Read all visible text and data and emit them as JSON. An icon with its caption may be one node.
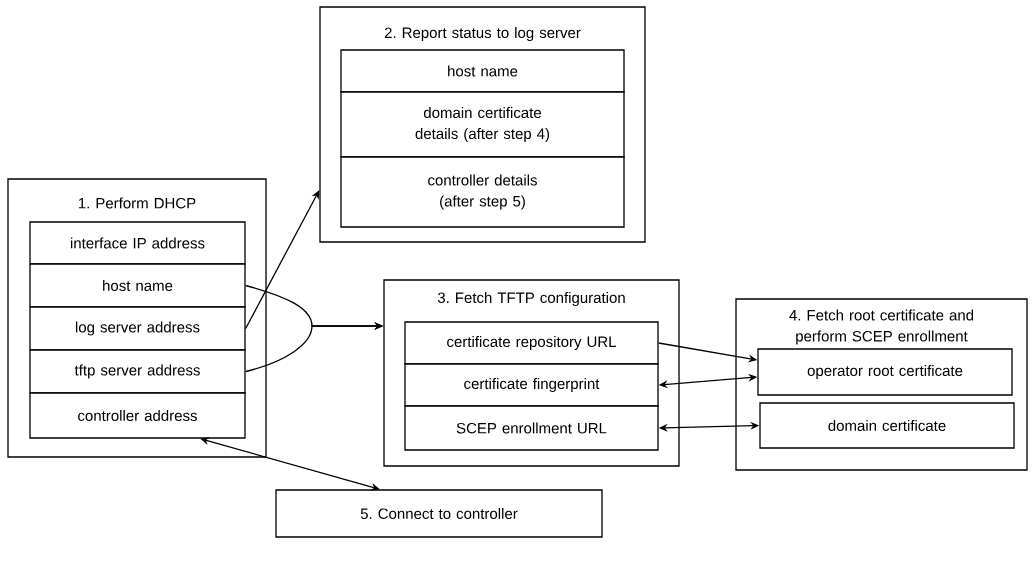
{
  "diagram": {
    "nodes": [
      {
        "text": [
          "1. Perform DHCP"
        ]
      },
      {
        "text": [
          "interface IP address"
        ],
        "in": 0
      },
      {
        "text": [
          "host name"
        ],
        "in": 0
      },
      {
        "text": [
          "log server address"
        ],
        "in": 0
      },
      {
        "text": [
          "tftp server address"
        ],
        "in": 0
      },
      {
        "text": [
          "controller address"
        ],
        "in": 0
      },
      {
        "text": [
          "2. Report status to log server"
        ]
      },
      {
        "text": [
          "host name"
        ],
        "in": 6
      },
      {
        "text": [
          "domain certificate details (after step 4)"
        ],
        "in": 6
      },
      {
        "text": [
          "controller details (after step 5)"
        ],
        "in": 6
      },
      {
        "text": [
          "3. Fetch TFTP configuration"
        ]
      },
      {
        "text": [
          "certificate repository URL"
        ],
        "in": 10
      },
      {
        "text": [
          "certificate fingerprint"
        ],
        "in": 10
      },
      {
        "text": [
          "SCEP enrollment URL"
        ],
        "in": 10
      },
      {
        "text": [
          "4. Fetch root certificate and perform SCEP enrollment"
        ]
      },
      {
        "text": [
          "operator root certificate"
        ],
        "in": 14
      },
      {
        "text": [
          "domain certificate"
        ],
        "in": 14
      },
      {
        "text": [
          "5. Connect to controller"
        ]
      }
    ],
    "edges": [
      {
        "from": 3,
        "to": 6,
        "arrow": "to"
      },
      {
        "from": 2,
        "to": 10,
        "arrow": "to"
      },
      {
        "from": 4,
        "to": 10,
        "arrow": "to"
      },
      {
        "from": 11,
        "to": 15,
        "arrow": "to"
      },
      {
        "from": 12,
        "to": 15,
        "arrow": "both"
      },
      {
        "from": 13,
        "to": 16,
        "arrow": "both"
      },
      {
        "from": 5,
        "to": 17,
        "arrow": "both"
      }
    ]
  }
}
